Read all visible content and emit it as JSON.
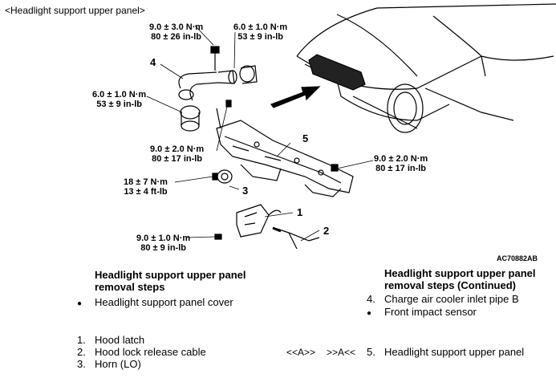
{
  "section_title": "<Headlight support upper panel>",
  "figure_code": "AC70882AB",
  "torques": [
    {
      "line1": "9.0 ± 3.0 N·m",
      "line2": "80 ± 26 in-lb"
    },
    {
      "line1": "6.0 ± 1.0 N·m",
      "line2": "53 ± 9 in-lb"
    },
    {
      "line1": "6.0 ± 1.0 N·m",
      "line2": "53 ± 9 in-lb"
    },
    {
      "line1": "9.0 ± 2.0 N·m",
      "line2": "80 ± 17 in-lb"
    },
    {
      "line1": "9.0 ± 2.0 N·m",
      "line2": "80 ± 17 in-lb"
    },
    {
      "line1": "18 ± 7 N·m",
      "line2": "13 ± 4 ft-lb"
    },
    {
      "line1": "9.0 ± 1.0 N·m",
      "line2": "80 ± 9 in-lb"
    }
  ],
  "callouts": [
    "4",
    "5",
    "3",
    "1",
    "2"
  ],
  "left_column": {
    "heading_line1": "Headlight support upper panel",
    "heading_line2": "removal steps",
    "items": [
      {
        "marker": "●",
        "text": "Headlight support panel cover"
      },
      {
        "marker": "1.",
        "text": "Hood latch"
      },
      {
        "marker": "2.",
        "text": "Hood lock release cable"
      },
      {
        "marker": "3.",
        "text": "Horn (LO)"
      }
    ]
  },
  "right_column": {
    "heading_line1": "Headlight support upper panel",
    "heading_line2": "removal steps (Continued)",
    "items": [
      {
        "marker": "4.",
        "text": "Charge air cooler inlet pipe B"
      },
      {
        "marker": "●",
        "text": "Front impact sensor"
      }
    ],
    "final_item": {
      "ref_install": "<<A>>",
      "ref_removal": ">>A<<",
      "marker": "5.",
      "text": "Headlight support upper panel"
    }
  }
}
